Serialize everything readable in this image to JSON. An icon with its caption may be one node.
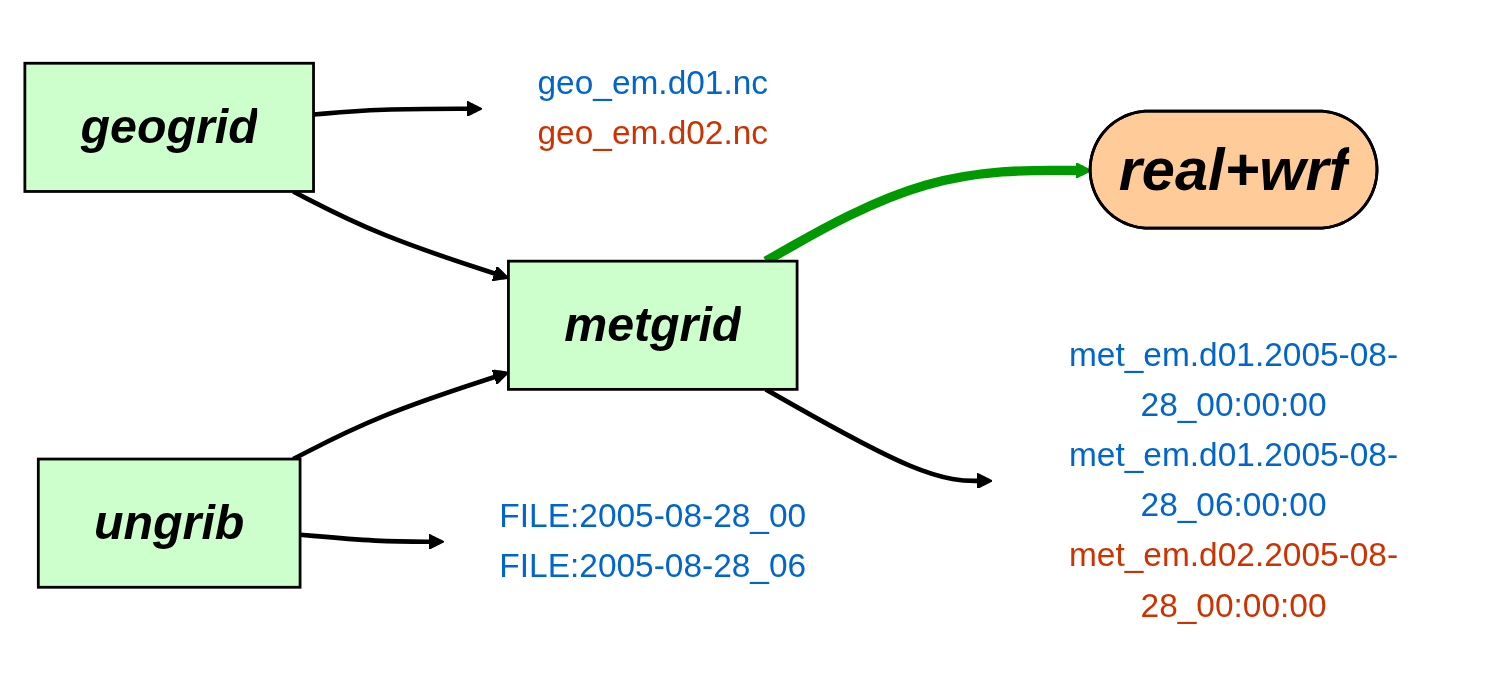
{
  "diagram": {
    "nodes": [
      {
        "text": [
          "geo_em.d01.nc",
          "geo_em.d02.nc"
        ]
      },
      {
        "text": [
          "geogrid"
        ]
      },
      {
        "text": [
          "metgrid"
        ]
      },
      {
        "text": [
          "real+wrf"
        ]
      },
      {
        "text": [
          "ungrib"
        ]
      },
      {
        "text": [
          "met_em.d01.2005-08-28_00:00:00",
          "met_em.d01.2005-08-28_06:00:00",
          "met_em.d02.2005-08-28_00:00:00"
        ]
      },
      {
        "text": [
          "FILE:2005-08-28_00",
          "FILE:2005-08-28_06"
        ]
      }
    ],
    "edges": [
      {
        "from": 1,
        "to": 0,
        "arrow": "to"
      },
      {
        "from": 1,
        "to": 2,
        "arrow": "to"
      },
      {
        "from": 4,
        "to": 2,
        "arrow": "to"
      },
      {
        "from": 2,
        "to": 3,
        "arrow": "to",
        "style": "thick",
        "color": "#009900"
      },
      {
        "from": 2,
        "to": 5,
        "arrow": "to"
      },
      {
        "from": 4,
        "to": 6,
        "arrow": "to"
      }
    ]
  }
}
